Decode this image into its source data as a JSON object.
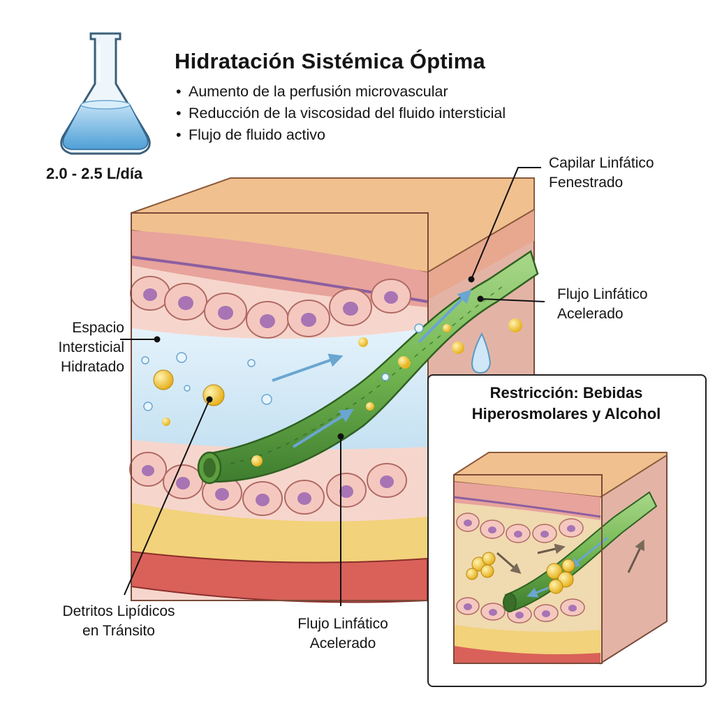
{
  "header": {
    "title": "Hidratación Sistémica Óptima",
    "bullets": [
      "Aumento de la perfusión microvascular",
      "Reducción de la viscosidad del fluido intersticial",
      "Flujo de fluido activo"
    ]
  },
  "flask": {
    "dose": "2.0 - 2.5 L/día",
    "icon": "erlenmeyer-flask-icon"
  },
  "labels": {
    "capillary_line1": "Capilar Linfático",
    "capillary_line2": "Fenestrado",
    "flow_right_line1": "Flujo Linfático",
    "flow_right_line2": "Acelerado",
    "interstitial_line1": "Espacio",
    "interstitial_line2": "Intersticial",
    "interstitial_line3": "Hidratado",
    "debris_line1": "Detritos Lipídicos",
    "debris_line2": "en Tránsito",
    "flow_bottom_line1": "Flujo Linfático",
    "flow_bottom_line2": "Acelerado"
  },
  "inset": {
    "title_line1": "Restricción: Bebidas",
    "title_line2": "Hiperosmolares y Alcohol"
  },
  "colors": {
    "skin_top": "#f3c08f",
    "dermis": "#e9a7a0",
    "cell": "#f6c9c0",
    "nucleus": "#b07ab8",
    "fluid": "#d6ebf7",
    "vessel": "#7fbf5e",
    "vessel_dark": "#3f7f2f",
    "fat": "#f2d27a",
    "muscle": "#d65a52",
    "droplet": "#f1c232",
    "arrow": "#7fb3d8"
  }
}
